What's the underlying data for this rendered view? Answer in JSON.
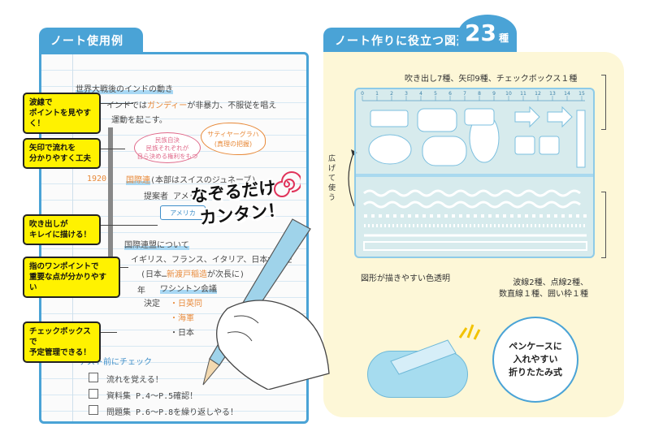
{
  "left": {
    "header": "ノート使用例",
    "notes": {
      "heading": "世界大戦後のインドの動き",
      "line1a": "インドでは",
      "line1b": "ガンディー",
      "line1c": "が非暴力、不服従を唱え",
      "line2": "運動を起こす。",
      "year": "1920",
      "kokusai": "国際連",
      "kokusai_note": "(本部はスイスのジュネーブ)",
      "teian": "提案者 アメリ",
      "america": "アメリカ",
      "kokusai_renmei": "国際連盟について",
      "member_a": "イギリス、フランス、イタリア、日本が常任",
      "member_b": "(日本…",
      "member_c": "新渡戸稲造",
      "member_d": "が次長に)",
      "year2": "年",
      "washington": "ワシントン会議",
      "kettei": "決定",
      "nichiei": "・日英同",
      "kaigun": "・海軍",
      "nihon": "・日本",
      "test_label": "テスト前にチェック",
      "checks": [
        "流れを覚える！",
        "資料集 P.4～P.5確認！",
        "問題集 P.6～P.8を繰り返しやる！"
      ]
    },
    "bubbles": {
      "minzoku_1": "民族自決",
      "minzoku_2": "民族それぞれが",
      "minzoku_3": "自ら決める権利をもつ",
      "satya_1": "サティヤーグラハ",
      "satya_2": "(真理の把握)"
    },
    "callouts": [
      [
        "波線で",
        "ポイントを見やすく！"
      ],
      [
        "矢印で流れを",
        "分かりやすく工夫"
      ],
      [
        "吹き出しが",
        "キレイに描ける！"
      ],
      [
        "指のワンポイントで",
        "重要な点が分かりやすい"
      ],
      [
        "チェックボックスで",
        "予定管理できる！"
      ]
    ],
    "big_title_1": "なぞるだけ",
    "big_title_2": "カンタン！"
  },
  "right": {
    "header": "ノート作りに役立つ図形",
    "count": "23",
    "count_unit": "種",
    "label_top": "吹き出し7種、矢印9種、チェックボックス１種",
    "label_open": "広げて使う",
    "label_trans": "図形が描きやすい色透明",
    "label_lines_1": "波線2種、点線2種、",
    "label_lines_2": "数直線１種、囲い枠１種",
    "speech": [
      "ペンケースに",
      "入れやすい",
      "折りたたみ式"
    ],
    "ruler_ticks": [
      "0",
      "1",
      "2",
      "3",
      "4",
      "5",
      "6",
      "7",
      "8",
      "9",
      "10",
      "11",
      "12",
      "13",
      "14",
      "15"
    ]
  },
  "colors": {
    "accent_blue": "#4aa3d6",
    "callout_yellow": "#fff200",
    "panel_cream": "#fdf7d7",
    "highlight_blue": "#a8d8f4",
    "note_orange": "#e88a3a",
    "note_pink": "#e0698a"
  }
}
